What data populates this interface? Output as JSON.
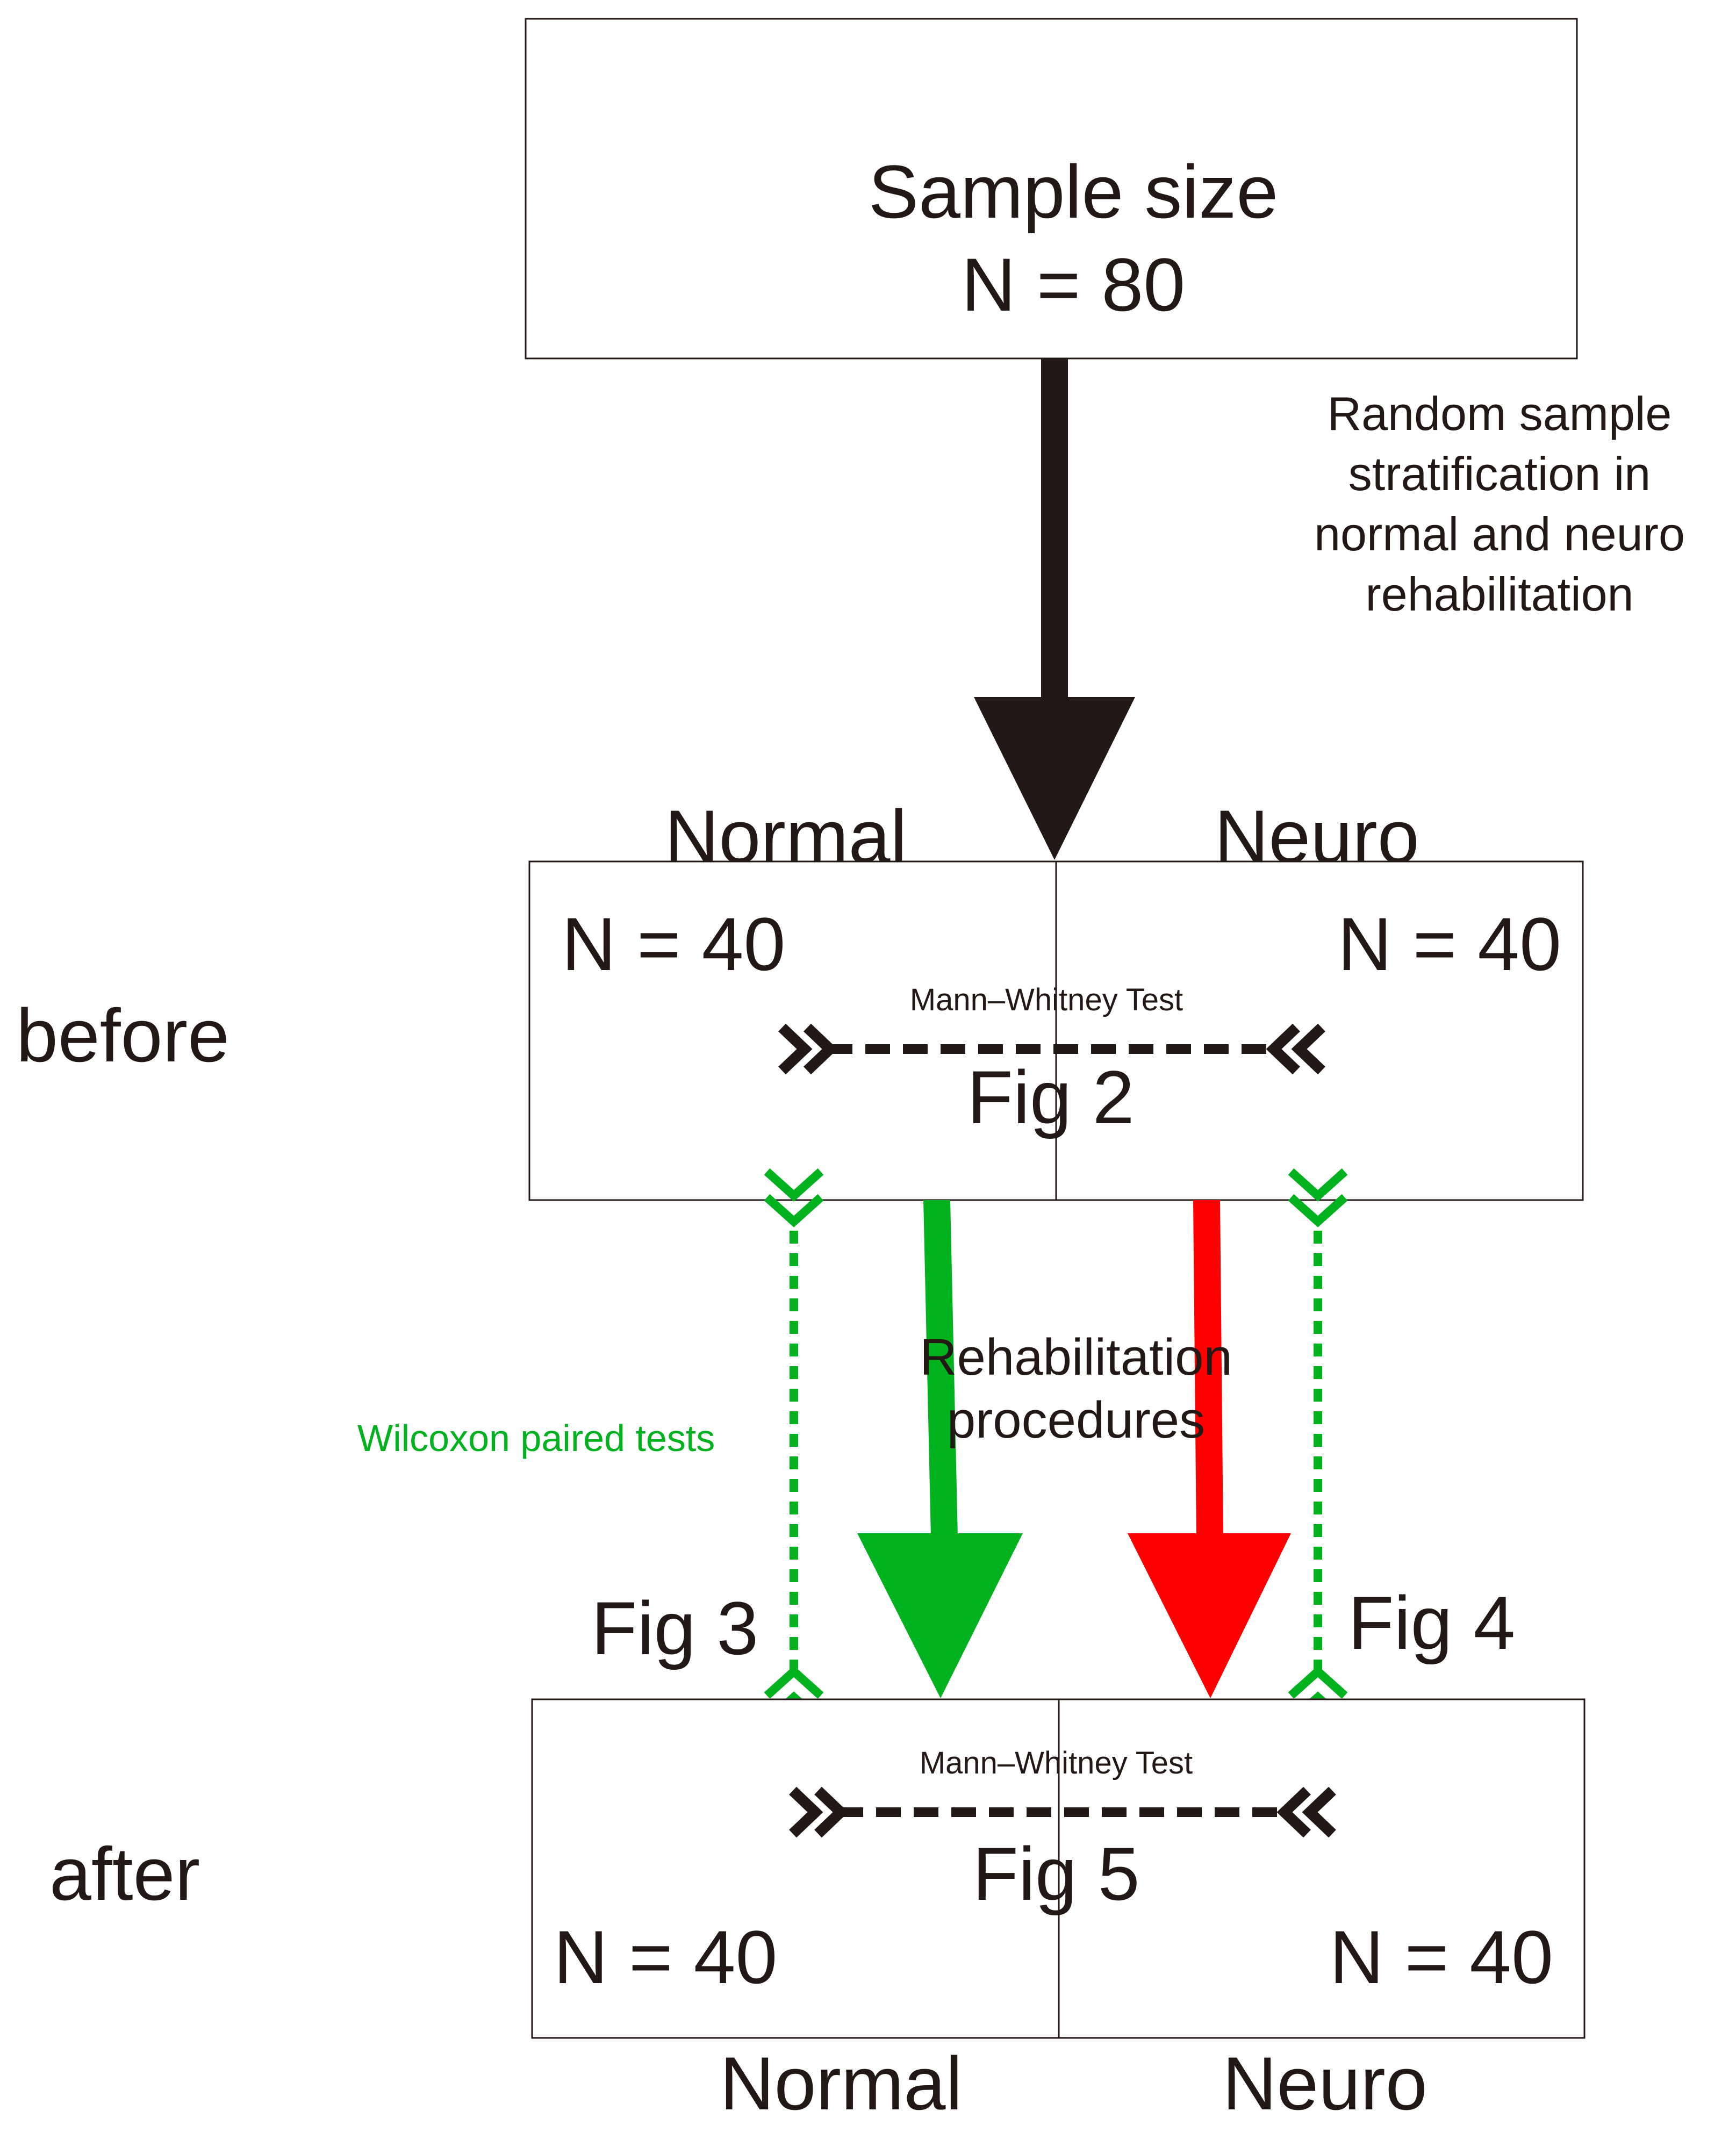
{
  "top": {
    "title": "Sample size",
    "count": "N = 80"
  },
  "split_note": [
    "Random sample",
    "stratification in",
    "normal and neuro",
    "rehabilitation"
  ],
  "before": {
    "row_label": "before",
    "left_group": "Normal",
    "right_group": "Neuro",
    "left_n": "N = 40",
    "right_n": "N = 40",
    "test_label": "Mann–Whitney Test",
    "fig_label": "Fig 2"
  },
  "middle": {
    "procedure": [
      "Rehabilitation",
      "procedures"
    ],
    "paired_test": "Wilcoxon paired tests",
    "left_fig": "Fig 3",
    "right_fig": "Fig 4"
  },
  "after": {
    "row_label": "after",
    "left_group": "Normal",
    "right_group": "Neuro",
    "left_n": "N = 40",
    "right_n": "N = 40",
    "test_label": "Mann–Whitney Test",
    "fig_label": "Fig 5"
  },
  "colors": {
    "ink": "#231815",
    "normal_arrow": "#00b21e",
    "neuro_arrow": "#ff0000",
    "paired_link": "#00b21e"
  }
}
